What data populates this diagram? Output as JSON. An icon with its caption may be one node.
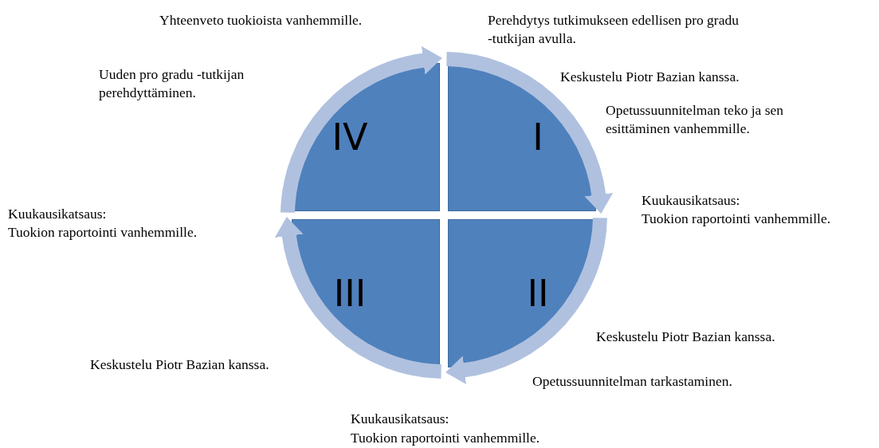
{
  "diagram": {
    "nodes": [
      {
        "text": [
          "I"
        ]
      },
      {
        "text": [
          "II"
        ]
      },
      {
        "text": [
          "III"
        ]
      },
      {
        "text": [
          "IV"
        ]
      }
    ],
    "edges": [
      {
        "from": 0,
        "to": 1,
        "arrow": "to"
      },
      {
        "from": 1,
        "to": 2,
        "arrow": "to"
      },
      {
        "from": 2,
        "to": 3,
        "arrow": "to"
      },
      {
        "from": 3,
        "to": 0,
        "arrow": "to"
      }
    ],
    "labels": [
      "Yhteenveto tuokioista vanhemmille.",
      "Perehdytys tutkimukseen edellisen pro gradu -tutkijan avulla.",
      "Uuden pro gradu -tutkijan perehdyttäminen.",
      "Keskustelu Piotr Bazian kanssa.",
      "Opetussuunnitelman teko ja sen esittäminen vanhemmille.",
      "Kuukausikatsaus:",
      "Tuokion raportointi vanhemmille.",
      "Kuukausikatsaus:",
      "Tuokion raportointi vanhemmille.",
      "Keskustelu Piotr Bazian kanssa.",
      "Keskustelu Piotr Bazian kanssa.",
      "Opetussuunnitelman tarkastaminen.",
      "Kuukausikatsaus:",
      "Tuokion raportointi vanhemmille."
    ]
  }
}
